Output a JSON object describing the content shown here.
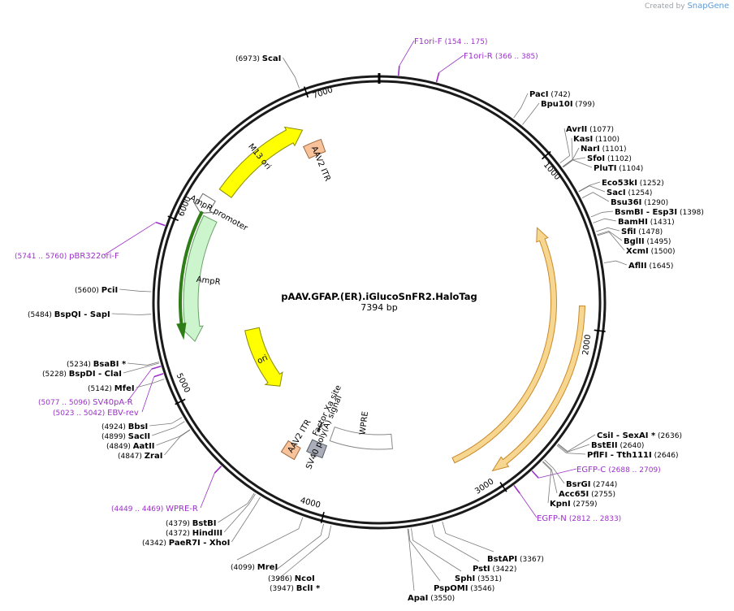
{
  "credit": {
    "prefix": "Created by",
    "brand": "SnapGene"
  },
  "plasmid": {
    "name": "pAAV.GFAP.(ER).iGlucoSnFR2.HaloTag",
    "size_label": "7394 bp",
    "length": 7394
  },
  "ticks": [
    {
      "bp": 1000,
      "label": "1000"
    },
    {
      "bp": 2000,
      "label": "2000"
    },
    {
      "bp": 3000,
      "label": "3000"
    },
    {
      "bp": 4000,
      "label": "4000"
    },
    {
      "bp": 5000,
      "label": "5000"
    },
    {
      "bp": 6000,
      "label": "6000"
    },
    {
      "bp": 7000,
      "label": "7000"
    }
  ],
  "features": [
    {
      "name": "M13 ori",
      "type": "rep",
      "start": 6270,
      "end": 6900,
      "dir": 1,
      "color": "#ffff00",
      "stroke": "#8a8a00"
    },
    {
      "name": "AmpR promoter",
      "type": "promoter",
      "start": 6090,
      "end": 6195,
      "dir": -1,
      "color": "#ffffff",
      "stroke": "#666666"
    },
    {
      "name": "AmpR",
      "type": "cds",
      "start": 5300,
      "end": 6085,
      "dir": -1,
      "color": "#cdf5cd",
      "stroke": "#6aa06a"
    },
    {
      "name": "",
      "type": "cds-orf",
      "start": 5330,
      "end": 6100,
      "dir": -1,
      "color": "#2e7d16",
      "stroke": "#2e7d16"
    },
    {
      "name": "ori",
      "type": "rep",
      "start": 4720,
      "end": 5300,
      "dir": -1,
      "color": "#ffff00",
      "stroke": "#8a8a00"
    },
    {
      "name": "AAV2 ITR",
      "type": "itr",
      "start": 6860,
      "end": 6990,
      "dir": 0,
      "color": "#f8c39a",
      "stroke": "#a06a40"
    },
    {
      "name": "AAV2 ITR",
      "type": "itr",
      "start": 4280,
      "end": 4380,
      "dir": 0,
      "color": "#f8c39a",
      "stroke": "#a06a40"
    },
    {
      "name": "SV40 poly(A) signal",
      "type": "polya",
      "start": 4110,
      "end": 4230,
      "dir": 0,
      "color": "#a9aeb8",
      "stroke": "#555b66"
    },
    {
      "name": "WPRE",
      "type": "misc",
      "start": 3590,
      "end": 4100,
      "dir": 0,
      "color": "#ffffff",
      "stroke": "#888888"
    },
    {
      "name": "Factor Xa site",
      "type": "site",
      "start": 4220,
      "end": 4232,
      "dir": 0,
      "color": "#ffffff",
      "stroke": "#333333"
    },
    {
      "name": "",
      "type": "cds-orange",
      "start": 1330,
      "end": 3180,
      "dir": -1,
      "color": "#f7d690",
      "stroke": "#c98a2a"
    },
    {
      "name": "",
      "type": "cds-orange-outer",
      "start": 1870,
      "end": 3000,
      "dir": 1,
      "color": "#f7d690",
      "stroke": "#c98a2a"
    }
  ],
  "primers": [
    {
      "name": "F1ori-F",
      "range": "(154 .. 175)",
      "bp": 100,
      "color": "#9b30c8"
    },
    {
      "name": "F1ori-R",
      "range": "(366 .. 385)",
      "bp": 300,
      "color": "#9b30c8"
    },
    {
      "name": "pBR322ori-F",
      "range": "(5741 .. 5760)",
      "bp": 5950,
      "color": "#9b30c8"
    },
    {
      "name": "SV40pA-R",
      "range": "(5077 .. 5096)",
      "bp": 5210,
      "color": "#9b30c8"
    },
    {
      "name": "EBV-rev",
      "range": "(5023 .. 5042)",
      "bp": 5170,
      "color": "#9b30c8"
    },
    {
      "name": "WPRE-R",
      "range": "(4449 .. 4469)",
      "bp": 4600,
      "color": "#9b30c8"
    },
    {
      "name": "EGFP-C",
      "range": "(2688 .. 2709)",
      "bp": 2830,
      "color": "#9b30c8"
    },
    {
      "name": "EGFP-N",
      "range": "(2812 .. 2833)",
      "bp": 2950,
      "color": "#9b30c8"
    }
  ],
  "sites": [
    {
      "label": "ScaI",
      "pos": "(6973)",
      "side": "L",
      "bp": 6973
    },
    {
      "label": "PacI",
      "pos": "(742)",
      "side": "R",
      "bp": 742
    },
    {
      "label": "Bpu10I",
      "pos": "(799)",
      "side": "R",
      "bp": 799
    },
    {
      "label": "AvrII",
      "pos": "(1077)",
      "side": "R",
      "bp": 1077
    },
    {
      "label": "KasI",
      "pos": "(1100)",
      "side": "R",
      "bp": 1100
    },
    {
      "label": "NarI",
      "pos": "(1101)",
      "side": "R",
      "bp": 1101
    },
    {
      "label": "SfoI",
      "pos": "(1102)",
      "side": "R",
      "bp": 1102
    },
    {
      "label": "PluTI",
      "pos": "(1104)",
      "side": "R",
      "bp": 1104
    },
    {
      "label": "Eco53kI",
      "pos": "(1252)",
      "side": "R",
      "bp": 1252
    },
    {
      "label": "SacI",
      "pos": "(1254)",
      "side": "R",
      "bp": 1254
    },
    {
      "label": "Bsu36I",
      "pos": "(1290)",
      "side": "R",
      "bp": 1290
    },
    {
      "label": "BsmBI",
      "extra": "- Esp3I",
      "pos": "(1398)",
      "side": "R",
      "bp": 1398
    },
    {
      "label": "BamHI",
      "pos": "(1431)",
      "side": "R",
      "bp": 1431
    },
    {
      "label": "SfiI",
      "pos": "(1478)",
      "side": "R",
      "bp": 1478
    },
    {
      "label": "BglII",
      "pos": "(1495)",
      "side": "R",
      "bp": 1495
    },
    {
      "label": "XcmI",
      "pos": "(1500)",
      "side": "R",
      "bp": 1500
    },
    {
      "label": "AflII",
      "pos": "(1645)",
      "side": "R",
      "bp": 1645
    },
    {
      "label": "CsiI",
      "extra": "- SexAI *",
      "pos": "(2636)",
      "side": "R",
      "bp": 2636
    },
    {
      "label": "BstEII",
      "pos": "(2640)",
      "side": "R",
      "bp": 2640
    },
    {
      "label": "PflFI",
      "extra": "- Tth111I",
      "pos": "(2646)",
      "side": "R",
      "bp": 2646
    },
    {
      "label": "BsrGI",
      "pos": "(2744)",
      "side": "R",
      "bp": 2744
    },
    {
      "label": "Acc65I",
      "pos": "(2755)",
      "side": "R",
      "bp": 2755
    },
    {
      "label": "KpnI",
      "pos": "(2759)",
      "side": "R",
      "bp": 2759
    },
    {
      "label": "BstAPI",
      "pos": "(3367)",
      "side": "R",
      "bp": 3367
    },
    {
      "label": "PstI",
      "pos": "(3422)",
      "side": "R",
      "bp": 3422
    },
    {
      "label": "SphI",
      "pos": "(3531)",
      "side": "R",
      "bp": 3531
    },
    {
      "label": "PspOMI",
      "pos": "(3546)",
      "side": "R",
      "bp": 3546
    },
    {
      "label": "ApaI",
      "pos": "(3550)",
      "side": "R",
      "bp": 3550
    },
    {
      "label": "BclI *",
      "pos": "(3947)",
      "side": "L",
      "bp": 3947
    },
    {
      "label": "NcoI",
      "pos": "(3986)",
      "side": "L",
      "bp": 3986
    },
    {
      "label": "MreI",
      "pos": "(4099)",
      "side": "L",
      "bp": 4099
    },
    {
      "label": "PaeR7I",
      "extra": "- XhoI",
      "pos": "(4342)",
      "side": "L",
      "bp": 4342
    },
    {
      "label": "HindIII",
      "pos": "(4372)",
      "side": "L",
      "bp": 4372
    },
    {
      "label": "BstBI",
      "pos": "(4379)",
      "side": "L",
      "bp": 4379
    },
    {
      "label": "ZraI",
      "pos": "(4847)",
      "side": "L",
      "bp": 4847
    },
    {
      "label": "AatII",
      "pos": "(4849)",
      "side": "L",
      "bp": 4849
    },
    {
      "label": "SacII",
      "pos": "(4899)",
      "side": "L",
      "bp": 4899
    },
    {
      "label": "BbsI",
      "pos": "(4924)",
      "side": "L",
      "bp": 4924
    },
    {
      "label": "MfeI",
      "pos": "(5142)",
      "side": "L",
      "bp": 5142
    },
    {
      "label": "BspDI",
      "extra": "- ClaI",
      "pos": "(5228)",
      "side": "L",
      "bp": 5228
    },
    {
      "label": "BsaBI *",
      "pos": "(5234)",
      "side": "L",
      "bp": 5234
    },
    {
      "label": "BspQI",
      "extra": "- SapI",
      "pos": "(5484)",
      "side": "L",
      "bp": 5484
    },
    {
      "label": "PciI",
      "pos": "(5600)",
      "side": "L",
      "bp": 5600
    }
  ]
}
